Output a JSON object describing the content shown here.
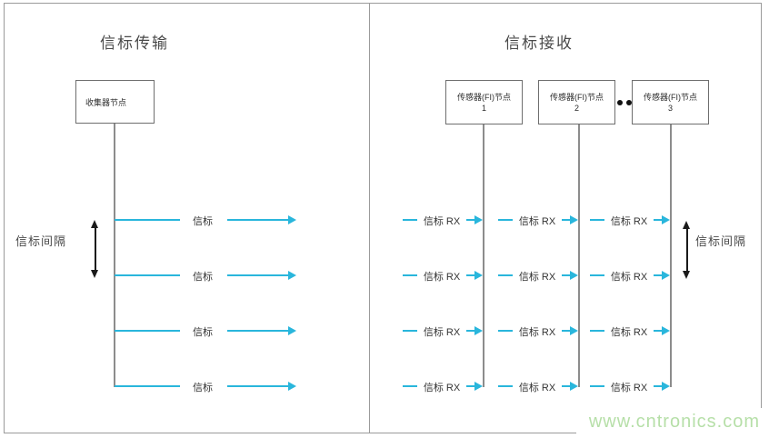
{
  "colors": {
    "accent_cyan": "#29b6dc",
    "line_gray": "#8c8c8c",
    "border_gray": "#9b9b9b",
    "watermark_green": "#b6dfa8"
  },
  "left_panel": {
    "title": "信标传输",
    "collector_node_label": "收集器节点",
    "interval_label": "信标间隔",
    "beacon_rows": [
      "信标",
      "信标",
      "信标",
      "信标"
    ]
  },
  "right_panel": {
    "title": "信标接收",
    "sensor_nodes": [
      {
        "line1": "传感器(FI)节点",
        "line2": "1"
      },
      {
        "line1": "传感器(FI)节点",
        "line2": "2"
      },
      {
        "line1": "传感器(FI)节点",
        "line2": "3"
      }
    ],
    "rx_rows": [
      [
        "信标 RX",
        "信标 RX",
        "信标 RX"
      ],
      [
        "信标 RX",
        "信标 RX",
        "信标 RX"
      ],
      [
        "信标 RX",
        "信标 RX",
        "信标 RX"
      ],
      [
        "信标 RX",
        "信标 RX",
        "信标 RX"
      ]
    ],
    "interval_label": "信标间隔"
  },
  "watermark": "www.cntronics.com"
}
